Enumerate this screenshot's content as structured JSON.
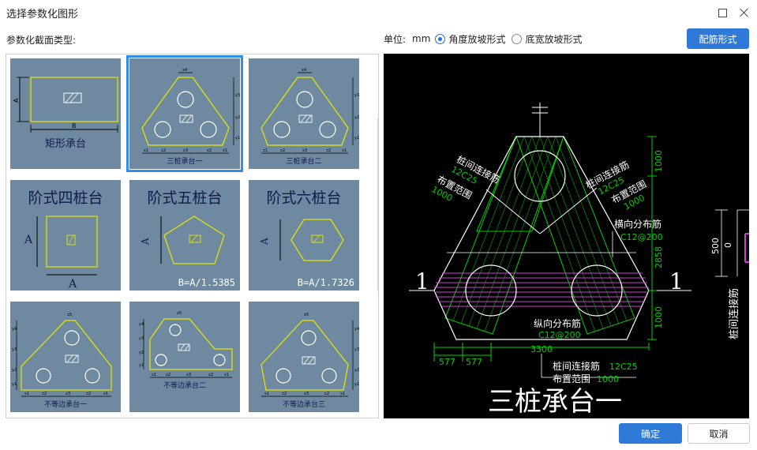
{
  "window": {
    "title": "选择参数化图形"
  },
  "section": {
    "label": "参数化截面类型:"
  },
  "units": {
    "label": "单位:",
    "value": "mm",
    "options": [
      {
        "label": "角度放坡形式",
        "checked": true
      },
      {
        "label": "底宽放坡形式",
        "checked": false
      }
    ]
  },
  "buttons": {
    "rebar": "配筋形式",
    "ok": "确定",
    "cancel": "取消"
  },
  "gallery": {
    "items": [
      {
        "caption": "矩形承台",
        "dims": [
          "A",
          "B"
        ]
      },
      {
        "caption": "三桩承台一",
        "selected": true,
        "dims": [
          "x4",
          "y3",
          "y2",
          "y1",
          "x1",
          "x2",
          "x3",
          "x2",
          "x1"
        ]
      },
      {
        "caption": "三桩承台二",
        "dims": [
          "x4",
          "y3",
          "y2",
          "y1",
          "x1",
          "x2",
          "x3",
          "x2",
          "x1"
        ]
      },
      {
        "caption": "阶式四桩台",
        "dims": [
          "A",
          "A"
        ]
      },
      {
        "caption": "阶式五桩台",
        "formula": "B=A/1.5385",
        "dims": [
          "A"
        ]
      },
      {
        "caption": "阶式六桩台",
        "formula": "B=A/1.7326",
        "dims": [
          "A"
        ]
      },
      {
        "caption": "不等边承台一",
        "dims": [
          "x5",
          "y4",
          "y3",
          "y2",
          "y1",
          "x1",
          "x2",
          "x3",
          "x2",
          "x1"
        ]
      },
      {
        "caption": "不等边承台二",
        "dims": [
          "x5",
          "y4",
          "y3",
          "y2",
          "y1",
          "x1",
          "x2",
          "x3",
          "x2",
          "x1"
        ]
      },
      {
        "caption": "不等边承台三",
        "dims": [
          "x5",
          "y4",
          "y3",
          "y2",
          "y1",
          "x1",
          "x2",
          "x3",
          "x2",
          "x1"
        ]
      }
    ]
  },
  "preview": {
    "title": "三桩承台一",
    "section_mark": "1",
    "dims_right": [
      "1000",
      "2858",
      "1000"
    ],
    "dims_bottom": [
      "577",
      "577",
      "3300"
    ],
    "rebar_labels": {
      "left_top": "桩间连接筋",
      "left_spec": "12C25",
      "left_range": "布置范围",
      "left_range_val": "1000",
      "right_top": "桩间连接筋",
      "right_spec": "12C25",
      "right_range": "布置范围",
      "right_range_val": "1000",
      "transverse": "横向分布筋",
      "transverse_spec": "C12@200",
      "longitudinal": "纵向分布筋",
      "longitudinal_spec": "C12@200",
      "bottom_top": "桩间连接筋",
      "bottom_spec": "12C25",
      "bottom_range": "布置范围",
      "bottom_range_val": "1000"
    },
    "side_dims": [
      "500",
      "0"
    ],
    "side_label": "桩间连接筋"
  },
  "colors": {
    "accent": "#2f7ad9",
    "thumb_bg": "#6f8aa0",
    "outline": "#e8e800",
    "dim_green": "#00d000"
  }
}
